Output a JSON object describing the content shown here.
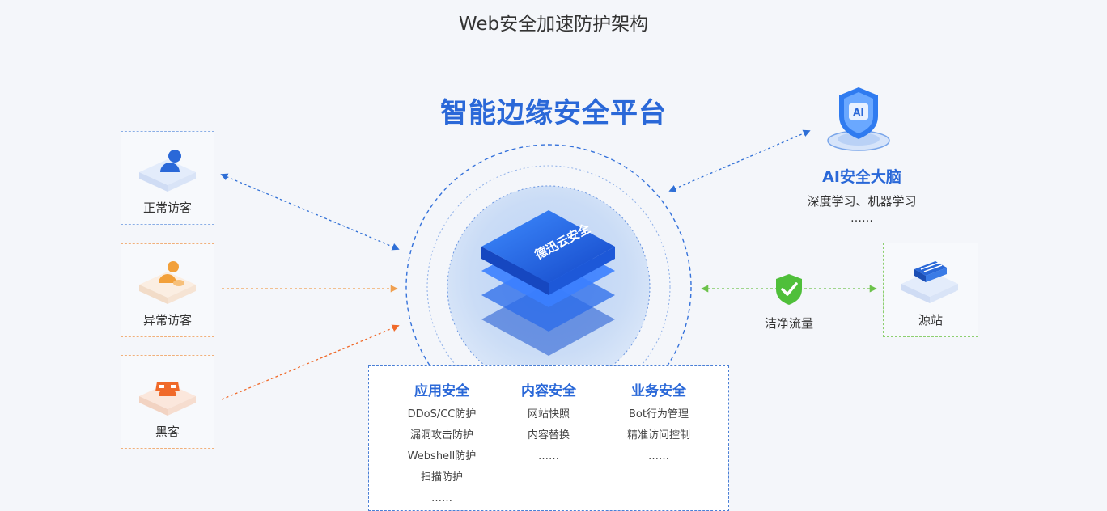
{
  "page_title": "Web安全加速防护架构",
  "platform_title": "智能边缘安全平台",
  "product_logo_text": "德迅云安全",
  "visitors": [
    {
      "label": "正常访客",
      "kind": "normal"
    },
    {
      "label": "异常访客",
      "kind": "abnormal"
    },
    {
      "label": "黑客",
      "kind": "hacker"
    }
  ],
  "ai_brain": {
    "badge": "AI",
    "title": "AI安全大脑",
    "subtitle": "深度学习、机器学习",
    "more": "……"
  },
  "clean_traffic": {
    "label": "洁净流量"
  },
  "origin": {
    "label": "源站"
  },
  "security_columns": [
    {
      "title": "应用安全",
      "items": [
        "DDoS/CC防护",
        "漏洞攻击防护",
        "Webshell防护",
        "扫描防护",
        "……"
      ]
    },
    {
      "title": "内容安全",
      "items": [
        "网站快照",
        "内容替换",
        "……"
      ]
    },
    {
      "title": "业务安全",
      "items": [
        "Bot行为管理",
        "精准访问控制",
        "……"
      ]
    }
  ],
  "colors": {
    "primary_blue": "#2a68d8",
    "normal_arrow": "#2f6fd6",
    "abnormal_arrow": "#f0a050",
    "hacker_arrow": "#f06a2a",
    "clean_arrow": "#6cc24a"
  }
}
